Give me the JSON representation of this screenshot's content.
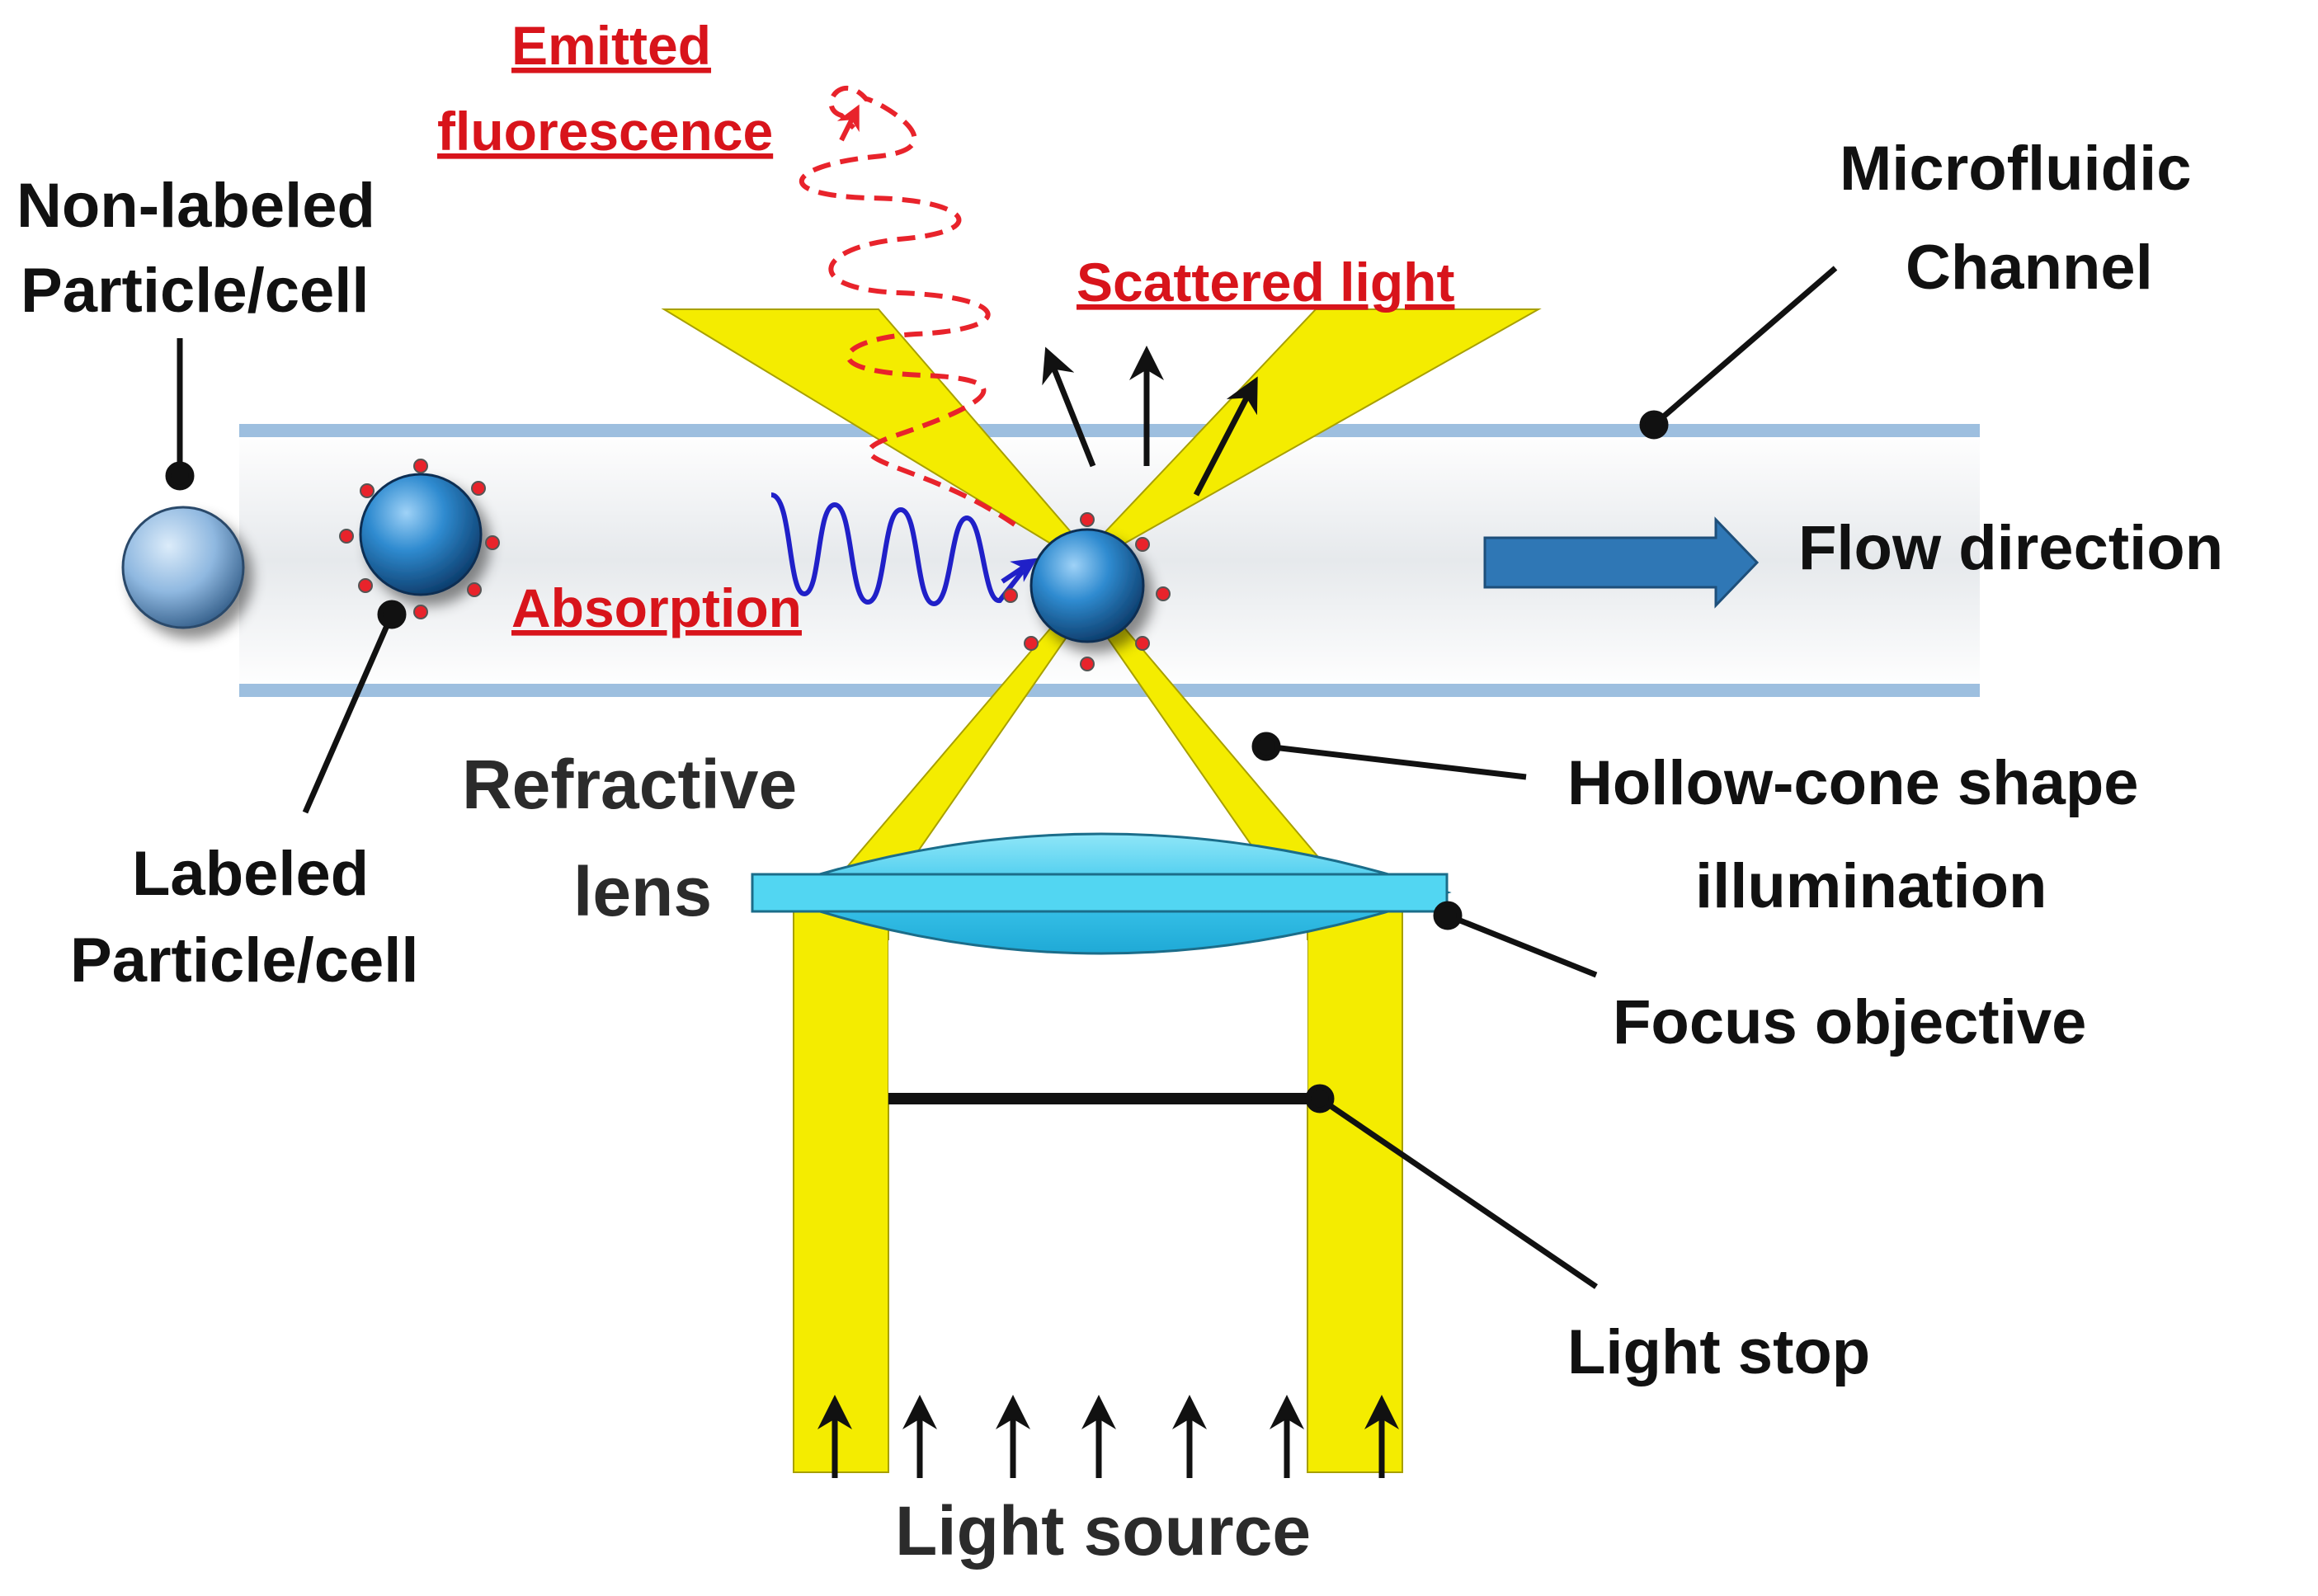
{
  "labels": {
    "emitted_fluorescence_line1": "Emitted",
    "emitted_fluorescence_line2": "fluorescence",
    "scattered_light": "Scattered light",
    "absorption": "Absorption",
    "microfluidic_channel_line1": "Microfluidic",
    "microfluidic_channel_line2": "Channel",
    "non_labeled_line1": "Non-labeled",
    "non_labeled_line2": "Particle/cell",
    "labeled_line1": "Labeled",
    "labeled_line2": "Particle/cell",
    "flow_direction": "Flow direction",
    "refractive_lens_line1": "Refractive",
    "refractive_lens_line2": "lens",
    "hollow_cone_line1": "Hollow-cone shape",
    "hollow_cone_line2": "illumination",
    "focus_objective": "Focus objective",
    "light_stop": "Light stop",
    "light_source": "Light source"
  },
  "colors": {
    "illumination": "#f4ec00",
    "channel_wall": "#9dbfdf",
    "lens": "#4fd3f0",
    "flow_arrow": "#2f77b5",
    "fluorescence": "#e8232b",
    "absorption_wave": "#2020c8",
    "annotation_text_red": "#d8141b",
    "particle_labeled": "#2f8bd0",
    "particle_unlabeled": "#8fb8e0"
  },
  "icons": {
    "flow": "right-arrow-icon",
    "light_rays": "up-arrow-icon"
  }
}
